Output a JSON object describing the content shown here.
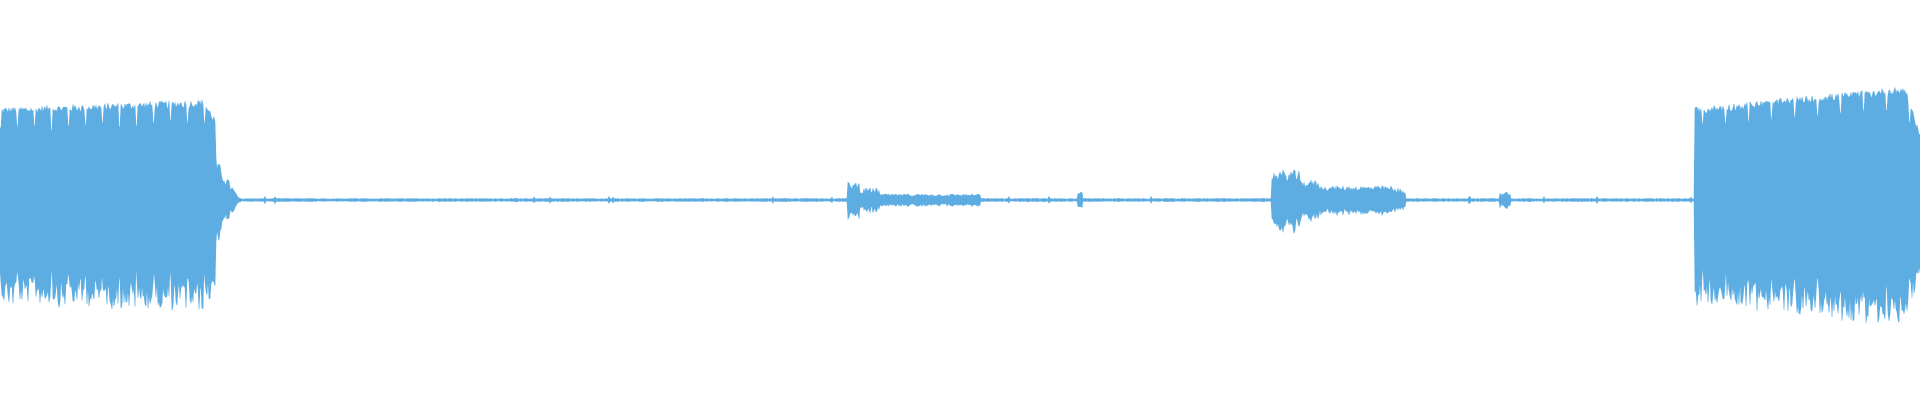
{
  "waveform": {
    "color": "#5DADE2",
    "background": "#ffffff",
    "regions": [
      {
        "label": "loud-segment-start",
        "level": "high"
      },
      {
        "label": "silence",
        "level": "very-low"
      },
      {
        "label": "quiet-segment-1",
        "level": "low"
      },
      {
        "label": "silence",
        "level": "very-low"
      },
      {
        "label": "quiet-segment-2",
        "level": "low-medium"
      },
      {
        "label": "silence",
        "level": "very-low"
      },
      {
        "label": "loud-segment-end",
        "level": "high"
      }
    ]
  }
}
